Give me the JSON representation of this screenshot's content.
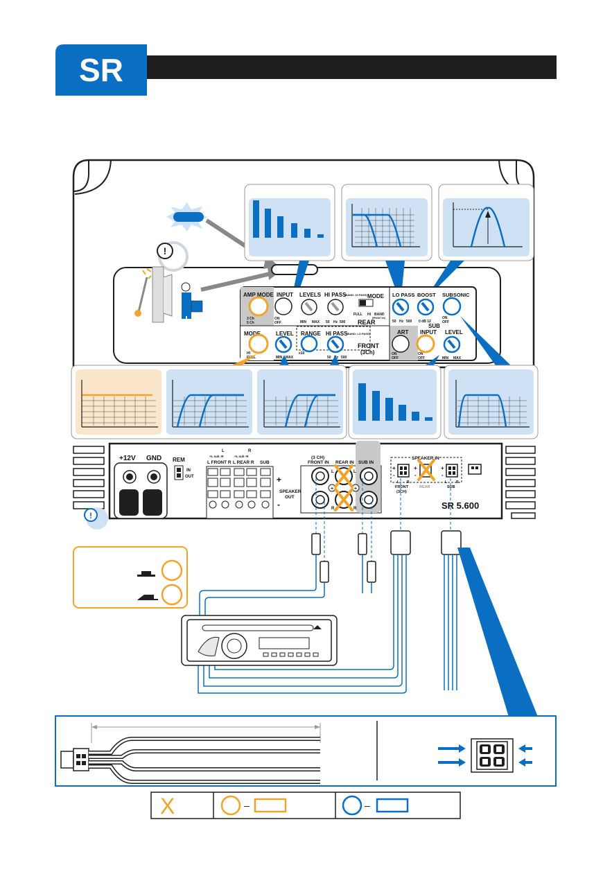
{
  "brand": {
    "logo_text": "SR"
  },
  "colors": {
    "brand_blue": "#0a6fc2",
    "orange": "#f0a429",
    "light_blue": "#cfe2f5",
    "peach": "#fbe6cc",
    "dark": "#1f1f1f"
  },
  "panel": {
    "amp_mode": "AMP MODE",
    "amp_mode_opts": [
      "3 Ch",
      "5 Ch"
    ],
    "input": "INPUT",
    "on": "ON",
    "off": "OFF",
    "levels": "LEVELS",
    "min": "MIN",
    "max": "MAX",
    "hi_pass": "HI PASS",
    "hi_pass_note_rear": "(BAND: 10 PASS)",
    "hi_pass_note_front": "(BAND: LO PASS)",
    "freq_50": "50",
    "freq_hz": "Hz",
    "freq_500": "500",
    "mode": "MODE",
    "full": "FULL",
    "hi": "HI",
    "band": "BAND",
    "front_tag": "(FRONT IN)",
    "rear": "REAR",
    "lo_pass": "LO PASS",
    "boost": "BOOST",
    "boost_scale": "0  dB  12",
    "subsonic": "SUBSONIC",
    "sub": "SUB",
    "mode_front": "MODE",
    "hi_full": [
      "HI",
      "FULL"
    ],
    "level": "LEVEL",
    "range": "RANGE",
    "range_x10": "x10",
    "front": "FRONT",
    "front_3ch": "(3Ch)",
    "art": "ART"
  },
  "terminals": {
    "v12": "+12V",
    "gnd": "GND",
    "rem": "REM",
    "in": "IN",
    "out": "OUT",
    "l_top": "L",
    "r_top": "R",
    "pairs": "+L  sub  -R",
    "l_front_r": "L FRONT R",
    "l_rear_r": "L REAR R",
    "sub": "SUB",
    "speaker_out": [
      "SPEAKER",
      "OUT"
    ],
    "ch3_front_in": [
      "(3 CH)",
      "FRONT IN"
    ],
    "rear_in": "REAR IN",
    "sub_in": "SUB IN",
    "speaker_in": "SPEAKER IN",
    "front_3ch": [
      "FRONT",
      "(3CH)"
    ],
    "rear": "REAR",
    "sub2": "SUB",
    "model": "SR 5.600",
    "plus": "+",
    "minus": "-",
    "L": "L",
    "R": "R"
  },
  "legend": {
    "items": [
      "X",
      "–",
      "–"
    ]
  }
}
